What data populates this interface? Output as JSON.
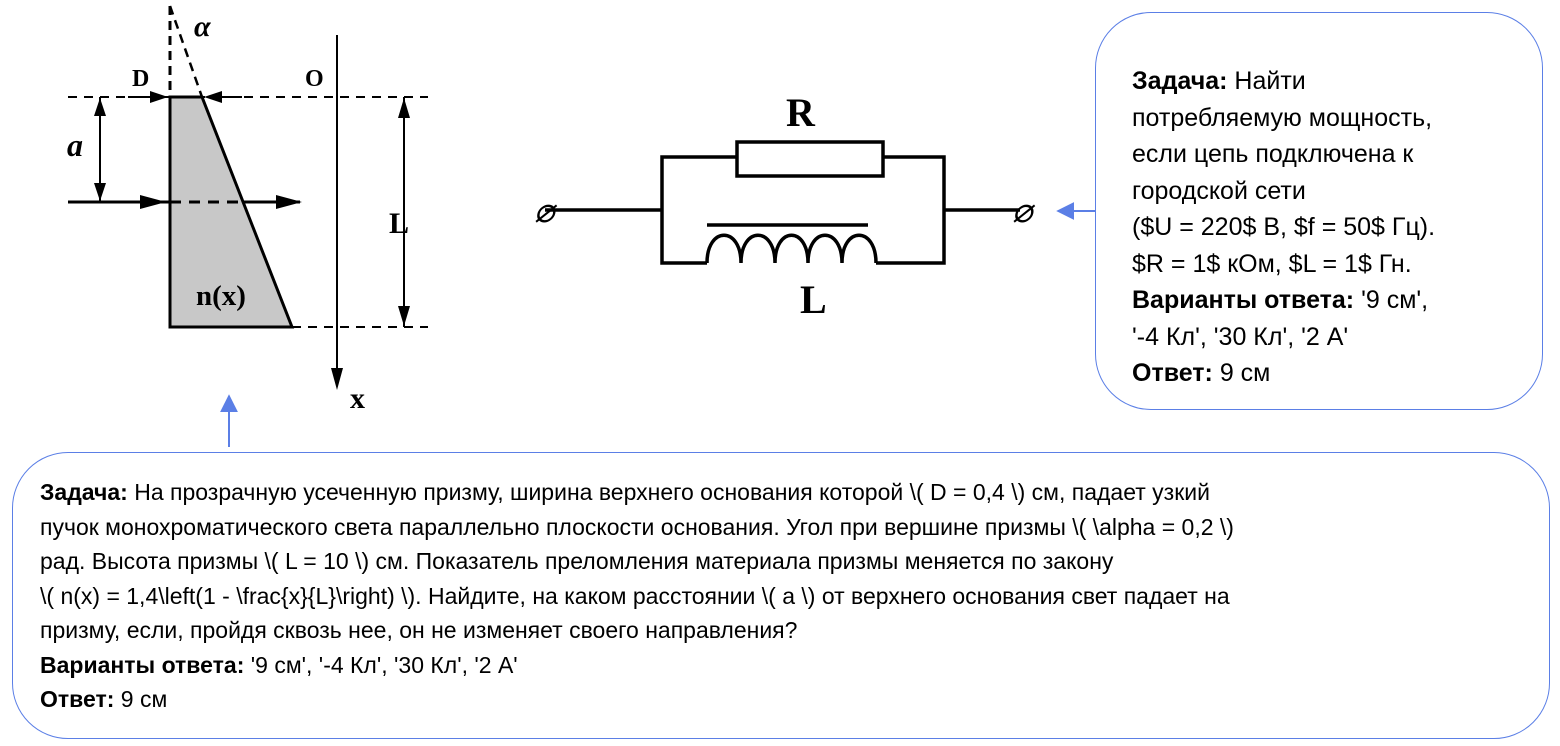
{
  "prism": {
    "labels": {
      "alpha_top": "α",
      "D": "D",
      "O": "O",
      "a": "a",
      "L": "L",
      "n": "n(x)",
      "x": "x"
    },
    "fill_color": "#c8c8c8"
  },
  "circuit": {
    "labels": {
      "R": "R",
      "L": "L",
      "terminal_left": "⌀",
      "terminal_right": "⌀"
    }
  },
  "callout_right": {
    "task_label": "Задача:",
    "task_lines": [
      " Найти",
      "потребляемую мощность,",
      "если цепь подключена к",
      "городской сети",
      "($U = 220$ В, $f = 50$ Гц).",
      "$R = 1$ кОм, $L = 1$ Гн."
    ],
    "options_label": "Варианты ответа:",
    "options_first": " '9 см',",
    "options_second": "'-4 Кл', '30 Кл', '2 А'",
    "answer_label": "Ответ:",
    "answer_value": " 9 см"
  },
  "callout_bottom": {
    "task_label": "Задача:",
    "task_lines": [
      " На прозрачную усеченную призму, ширина верхнего основания которой \\( D = 0,4 \\) см, падает узкий",
      "пучок монохроматического света параллельно плоскости основания. Угол при вершине призмы \\( \\alpha = 0,2 \\)",
      "рад. Высота призмы \\( L = 10 \\) см. Показатель преломления материала призмы меняется по закону",
      "\\( n(x) = 1,4\\left(1 - \\frac{x}{L}\\right) \\). Найдите, на каком расстоянии \\( a \\) от верхнего основания свет падает на",
      "призму, если, пройдя сквозь нее, он не изменяет своего направления?"
    ],
    "options_label": "Варианты ответа:",
    "options_value": " '9 см', '-4 Кл', '30 Кл', '2 А'",
    "answer_label": "Ответ:",
    "answer_value": " 9 см"
  },
  "colors": {
    "callout_border": "#5b7fe6",
    "arrow": "#5b7fe6"
  }
}
